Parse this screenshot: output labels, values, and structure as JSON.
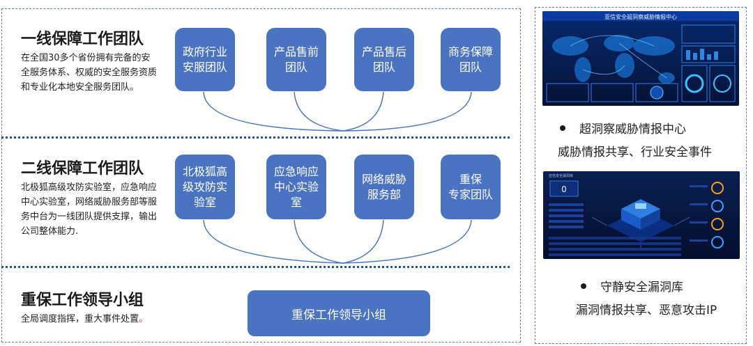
{
  "sections": [
    {
      "title": "一线保障工作团队",
      "desc": "在全国30多个省份拥有完备的安全服务体系、权威的安全服务资质和专业化本地安全服务团队。",
      "boxes": [
        {
          "line1": "政府行业",
          "line2": "安服团队"
        },
        {
          "line1": "产品售前",
          "line2": "团队"
        },
        {
          "line1": "产品售后",
          "line2": "团队"
        },
        {
          "line1": "商务保障",
          "line2": "团队"
        }
      ]
    },
    {
      "title": "二线保障工作团队",
      "desc": "北极狐高级攻防实验室，应急响应中心实验室，网络威胁服务部等服务中台为一线团队提供支撑，输出公司整体能力.",
      "boxes": [
        {
          "line1": "北极狐高",
          "line2": "级攻防实",
          "line3": "验室"
        },
        {
          "line1": "应急响应",
          "line2": "中心实验",
          "line3": "室"
        },
        {
          "line1": "网络威胁",
          "line2": "服务部"
        },
        {
          "line1": "重保",
          "line2": "专家团队"
        }
      ]
    },
    {
      "title": "重保工作领导小组",
      "desc": "全局调度指挥，重大事件处置",
      "desc_tail": "。",
      "leader_box": "重保工作领导小组"
    }
  ],
  "right_panel": [
    {
      "screen_title": "亚信安全超洞察威胁情报中心",
      "bullet": "超洞察威胁情报中心",
      "sub": "威胁情报共享、行业安全事件"
    },
    {
      "screen_title": "亚信安全漏洞库",
      "screen_badge": "0",
      "bullet": "守静安全漏洞库",
      "sub": "漏洞情报共享、恶意攻击IP"
    }
  ],
  "colors": {
    "box_fill": "#4a74c2",
    "separator": "#2c4f93",
    "dashed_border": "#6a7d9a",
    "screen_dark": "#06163d",
    "screen_accent": "#1e8fff"
  }
}
